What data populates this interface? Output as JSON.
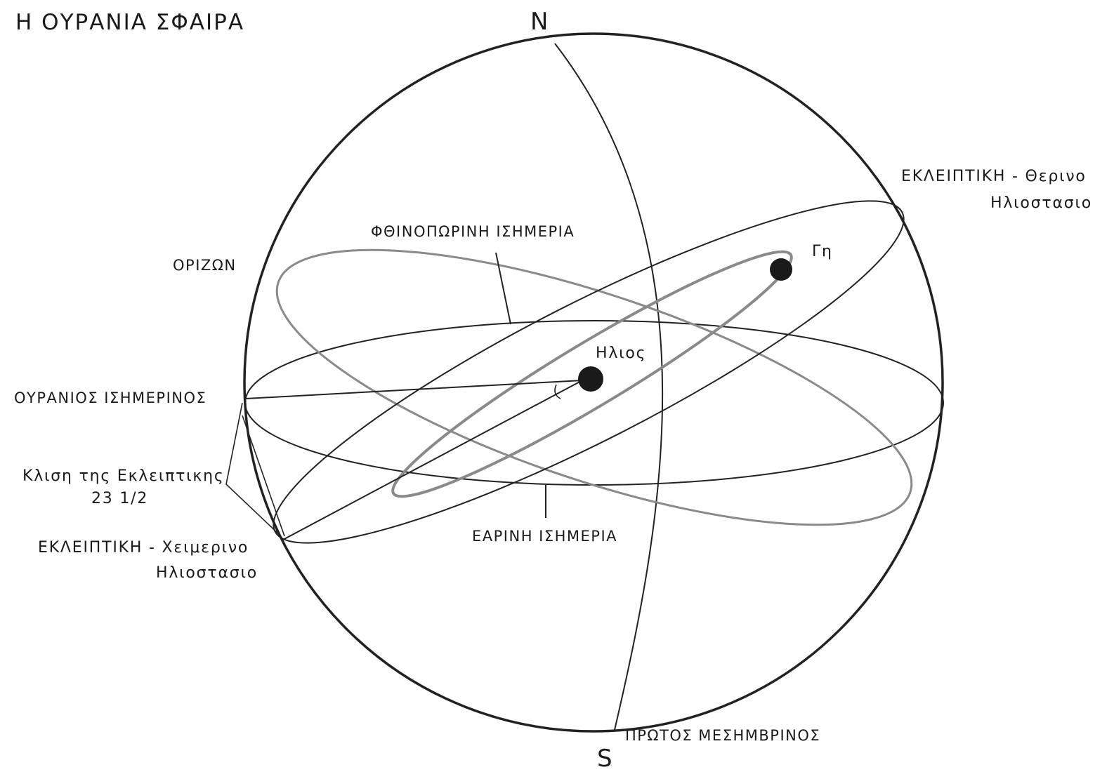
{
  "title": "Η ΟΥΡΑΝΙΑ ΣΦΑΙΡΑ",
  "poles": {
    "north": "N",
    "south": "S"
  },
  "labels": {
    "horizon": "ΟΡΙΖΩΝ",
    "autumn_equinox": "ΦΘΙΝΟΠΩΡΙΝΗ ΙΣΗΜΕΡΙΑ",
    "celestial_equator": "ΟΥΡΑΝΙΟΣ ΙΣΗΜΕΡΙΝΟΣ",
    "obliquity_line1": "Κλιση της Εκλειπτικης",
    "obliquity_line2": "23 1/2",
    "ecliptic_winter_line1": "ΕΚΛΕΙΠΤΙΚΗ - Χειμερινο",
    "ecliptic_winter_line2": "Ηλιοστασιο",
    "ecliptic_summer_line1": "ΕΚΛΕΙΠΤΙΚΗ - Θερινο",
    "ecliptic_summer_line2": "Ηλιοστασιο",
    "spring_equinox": "ΕΑΡΙΝΗ ΙΣΗΜΕΡΙΑ",
    "prime_meridian": "ΠΡΩΤΟΣ ΜΕΣΗΜΒΡΙΝΟΣ"
  },
  "bodies": {
    "sun": "Ηλιος",
    "earth": "Γη"
  },
  "colors": {
    "ink": "#222222",
    "grey_curves": "#8a8a8a",
    "background": "#ffffff"
  }
}
